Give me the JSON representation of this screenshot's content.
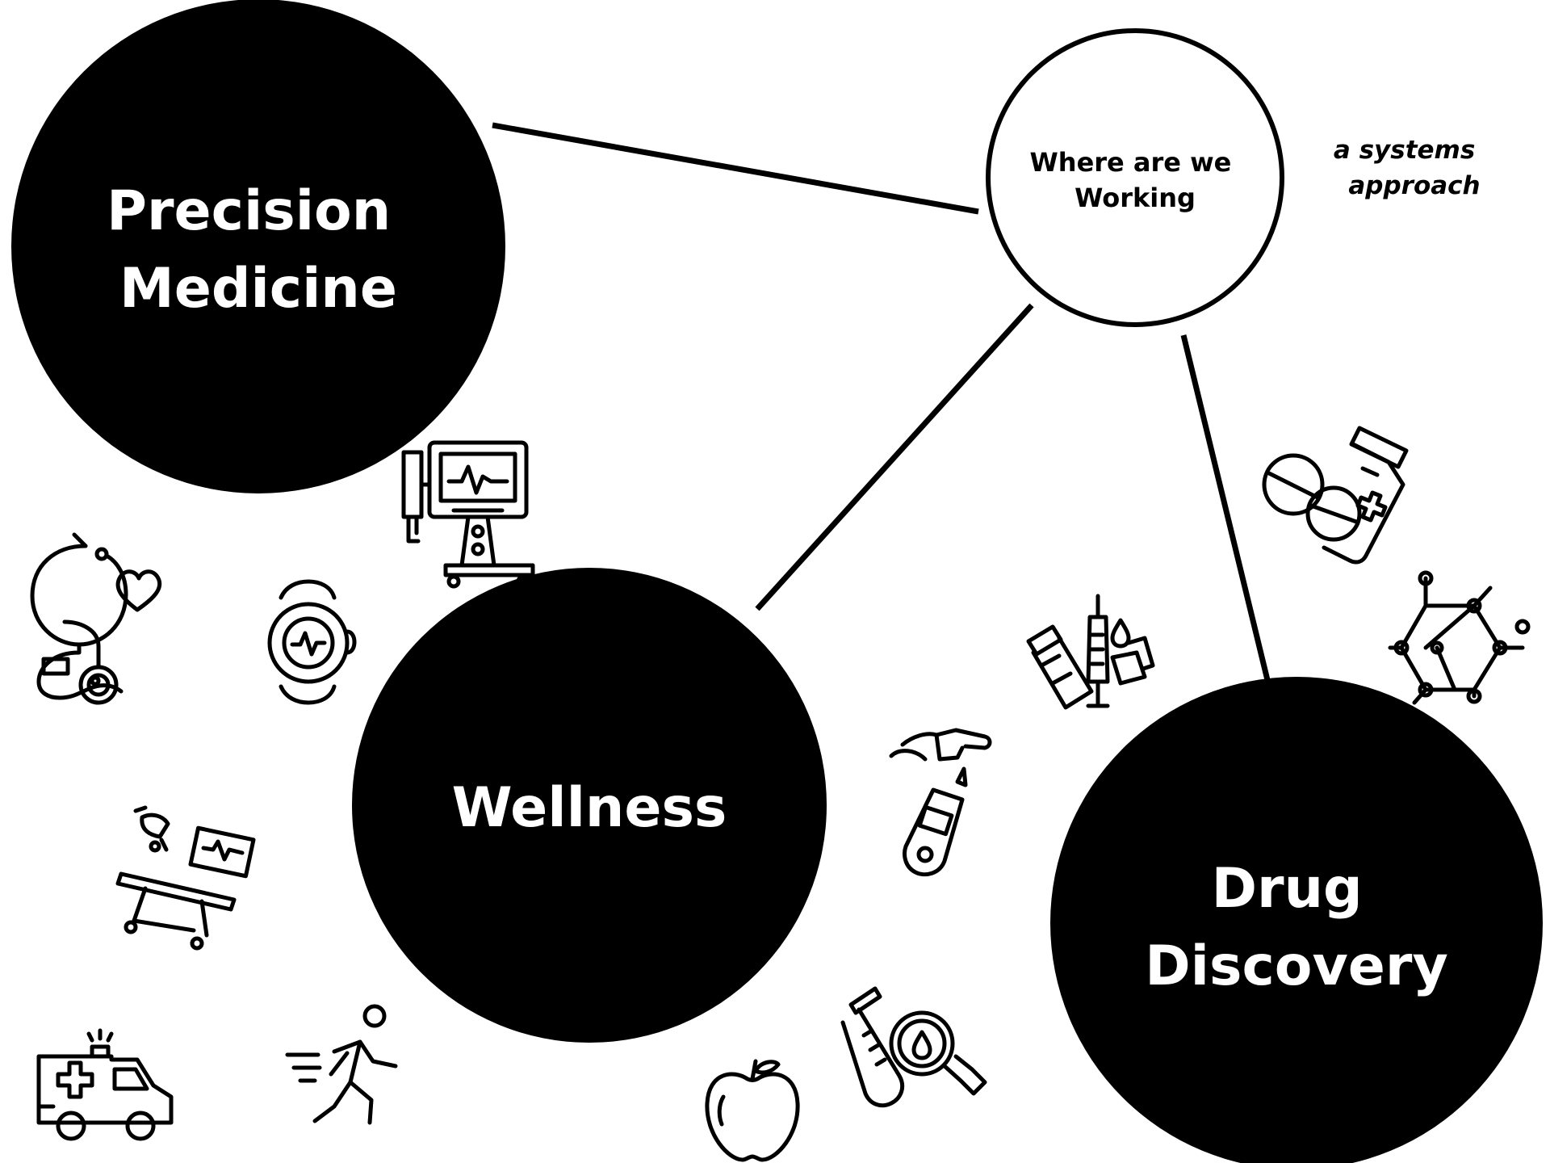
{
  "hub": {
    "lines": [
      "Where are we",
      "Working"
    ]
  },
  "tagline": {
    "lines": [
      "a systems",
      "approach"
    ]
  },
  "nodes": {
    "precision_medicine": {
      "lines": [
        "Precision",
        "Medicine"
      ]
    },
    "wellness": {
      "lines": [
        "Wellness"
      ]
    },
    "drug_discovery": {
      "lines": [
        "Drug",
        "Discovery"
      ]
    }
  },
  "colors": {
    "node_fill": "#000000",
    "node_text": "#ffffff",
    "hub_fill": "#ffffff",
    "stroke": "#000000"
  },
  "icons": [
    "stethoscope-icon",
    "heart-icon",
    "ventilator-icon",
    "smartwatch-icon",
    "hospital-bed-monitor-icon",
    "ambulance-icon",
    "runner-icon",
    "apple-icon",
    "test-tube-magnifier-icon",
    "glucometer-icon",
    "medicine-syringe-icon",
    "pills-bottle-icon",
    "molecule-icon"
  ]
}
